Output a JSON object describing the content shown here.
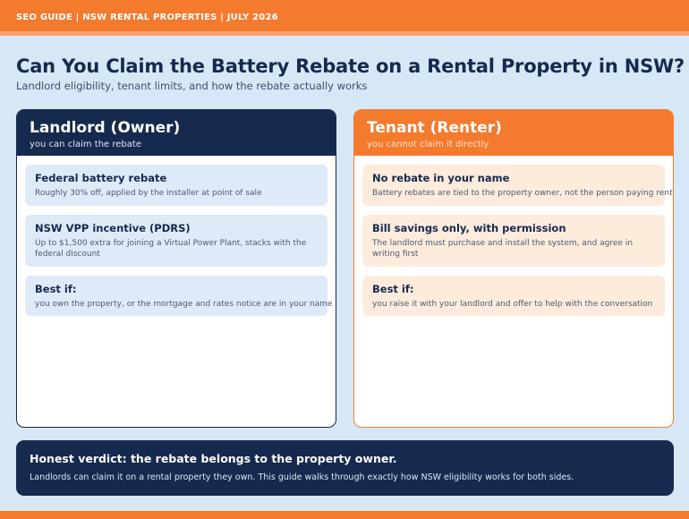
{
  "header": {
    "tagline": "SEO GUIDE  |  NSW RENTAL PROPERTIES  |  JULY 2026"
  },
  "page": {
    "title": "Can You Claim the Battery Rebate on a Rental Property in NSW?",
    "subtitle": "Landlord eligibility, tenant limits, and how the rebate actually works"
  },
  "landlord": {
    "title": "Landlord (Owner)",
    "subtitle": "you can claim the rebate",
    "items": [
      {
        "title": "Federal battery rebate",
        "desc": "Roughly 30% off, applied by the installer at point of sale"
      },
      {
        "title": "NSW VPP incentive (PDRS)",
        "desc": "Up to $1,500 extra for joining a Virtual Power Plant, stacks with the federal discount"
      },
      {
        "title": "Best if:",
        "desc": "you own the property, or the mortgage and rates notice are in your name"
      }
    ]
  },
  "tenant": {
    "title": "Tenant (Renter)",
    "subtitle": "you cannot claim it directly",
    "items": [
      {
        "title": "No rebate in your name",
        "desc": "Battery rebates are tied to the property owner, not the person paying rent"
      },
      {
        "title": "Bill savings only, with permission",
        "desc": "The landlord must purchase and install the system, and agree in writing first"
      },
      {
        "title": "Best if:",
        "desc": "you raise it with your landlord and offer to help with the conversation"
      }
    ]
  },
  "verdict": {
    "title": "Honest verdict: the rebate belongs to the property owner.",
    "text": "Landlords can claim it on a rental property they own. This guide walks through exactly how NSW eligibility works for both sides."
  },
  "colors": {
    "navy": "#16294e",
    "orange": "#f47a2e",
    "background": "#d6e8f5",
    "landlord_item_bg": "#ddeaf8",
    "tenant_item_bg": "#fdebdc"
  }
}
